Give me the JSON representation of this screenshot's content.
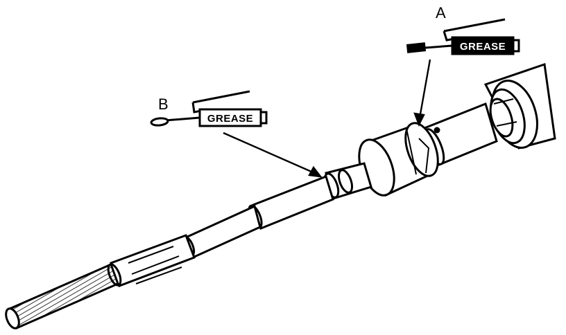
{
  "callouts": {
    "a_letter": "A",
    "b_letter": "B"
  },
  "grease_gun_a": {
    "label": "GREASE"
  },
  "grease_gun_b": {
    "label": "GREASE"
  },
  "colors": {
    "ink": "#000000",
    "paper": "#ffffff"
  }
}
